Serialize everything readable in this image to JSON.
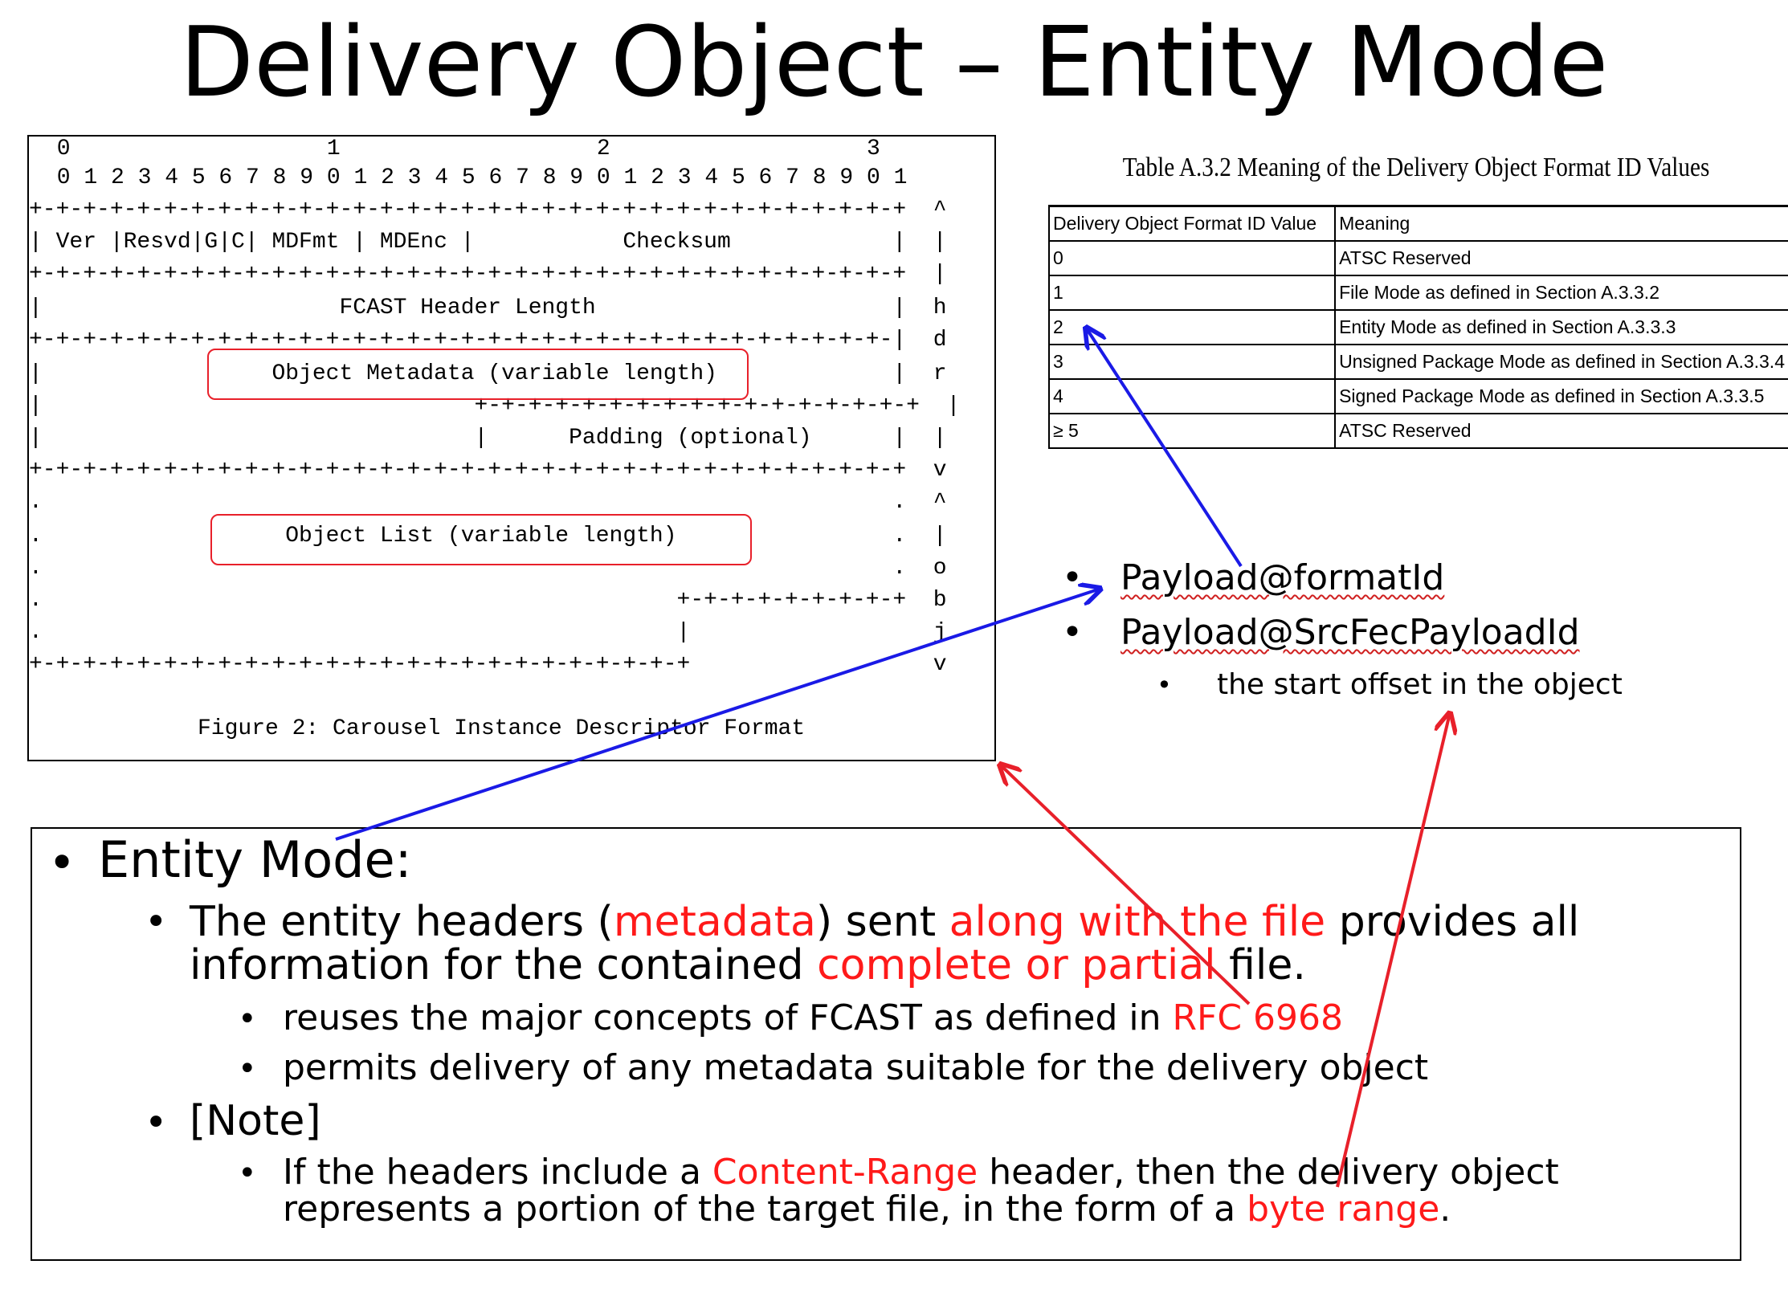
{
  "title": "Delivery Object – Entity Mode",
  "figure": {
    "lines": [
      " 0                   1                   2                   3",
      " 0 1 2 3 4 5 6 7 8 9 0 1 2 3 4 5 6 7 8 9 0 1 2 3 4 5 6 7 8 9 0 1",
      "+-+-+-+-+-+-+-+-+-+-+-+-+-+-+-+-+-+-+-+-+-+-+-+-+-+-+-+-+-+-+-+-+  ^",
      "| Ver |Resvd|G|C| MDFmt | MDEnc |           Checksum            |  |",
      "+-+-+-+-+-+-+-+-+-+-+-+-+-+-+-+-+-+-+-+-+-+-+-+-+-+-+-+-+-+-+-+-+  |",
      "|                      FCAST Header Length                      |  h",
      "+-+-+-+-+-+-+-+-+-+-+-+-+-+-+-+-+-+-+-+-+-+-+-+-+-+-+-+-+-+-+-+-|  d",
      "|                 Object Metadata (variable length)             |  r",
      "|                                +-+-+-+-+-+-+-+-+-+-+-+-+-+-+-+-+  |",
      "|                                |      Padding (optional)      |  |",
      "+-+-+-+-+-+-+-+-+-+-+-+-+-+-+-+-+-+-+-+-+-+-+-+-+-+-+-+-+-+-+-+-+  v",
      ".                                                               .  ^",
      ".                  Object List (variable length)                .  |",
      ".                                                               .  o",
      ".                                               +-+-+-+-+-+-+-+-+  b",
      ".                                               |                  j",
      "+-+-+-+-+-+-+-+-+-+-+-+-+-+-+-+-+-+-+-+-+-+-+-+-+                  v"
    ],
    "caption": "Figure 2: Carousel Instance Descriptor Format"
  },
  "table": {
    "caption": "Table A.3.2 Meaning of the Delivery Object Format ID Values",
    "headers": [
      "Delivery Object Format ID Value",
      "Meaning"
    ],
    "rows": [
      [
        "0",
        "ATSC Reserved"
      ],
      [
        "1",
        "File Mode as defined in Section A.3.3.2"
      ],
      [
        "2",
        "Entity Mode as defined in Section A.3.3.3"
      ],
      [
        "3",
        "Unsigned Package Mode as defined in Section A.3.3.4"
      ],
      [
        "4",
        "Signed Package Mode as defined in Section A.3.3.5"
      ],
      [
        "≥ 5",
        "ATSC Reserved"
      ]
    ]
  },
  "payload": {
    "item1": "Payload@formatId",
    "item2": "Payload@SrcFecPayloadId",
    "sub": "the start offset in the object"
  },
  "body": {
    "heading": "Entity Mode:",
    "b1": {
      "t1": "The entity headers (",
      "r1": "metadata",
      "t2": ") sent ",
      "r2": "along with the file",
      "t3": " provides all",
      "t4": "information for the contained ",
      "r3": "complete or partial",
      "t5": " file."
    },
    "s1": {
      "t1": "reuses the major concepts of FCAST as defined in ",
      "r1": "RFC 6968"
    },
    "s2": "permits delivery of any metadata suitable for the delivery object",
    "note": "[Note]",
    "s3": {
      "t1": "If the headers include a ",
      "r1": "Content-Range",
      "t2": " header, then the delivery object",
      "t3": "represents a portion of the target file, in the form of a ",
      "r2": "byte range",
      "t4": "."
    }
  },
  "colors": {
    "accent_red": "#ff1a1a",
    "arrow_blue": "#1a1ae6",
    "arrow_red": "#e8202a"
  }
}
